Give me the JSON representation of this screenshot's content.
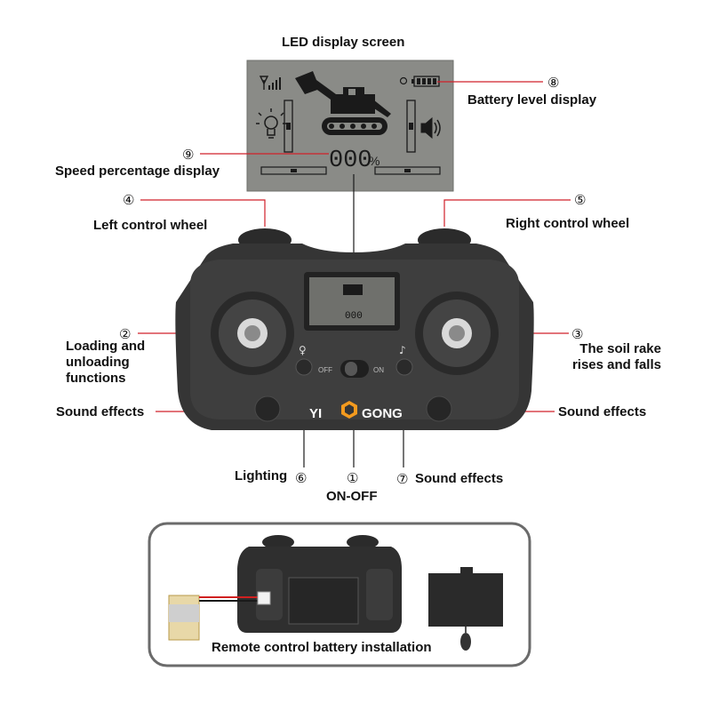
{
  "labels": {
    "led_title": "LED display screen",
    "battery_level": "Battery level display",
    "speed_percentage": "Speed percentage display",
    "left_wheel": "Left control wheel",
    "right_wheel": "Right control wheel",
    "loading": "Loading and unloading functions",
    "soil_rake": "The soil rake rises and falls",
    "sound_left": "Sound effects",
    "sound_right": "Sound effects",
    "lighting": "Lighting",
    "on_off": "ON-OFF",
    "sound_bottom": "Sound effects",
    "battery_install": "Remote control battery installation"
  },
  "numbers": {
    "n1": "①",
    "n2": "②",
    "n3": "③",
    "n4": "④",
    "n5": "⑤",
    "n6": "⑥",
    "n7": "⑦",
    "n8": "⑧",
    "n9": "⑨"
  },
  "lcd": {
    "speed_value": "000",
    "speed_unit": "%"
  },
  "controller": {
    "brand_left": "YI",
    "brand_right": "GONG",
    "switch_off": "OFF",
    "switch_on": "ON"
  },
  "colors": {
    "callout_line": "#d0202a",
    "lcd_bg": "#8a8b87",
    "controller_body": "#3a3a3a",
    "brand_accent": "#f39a1e"
  }
}
